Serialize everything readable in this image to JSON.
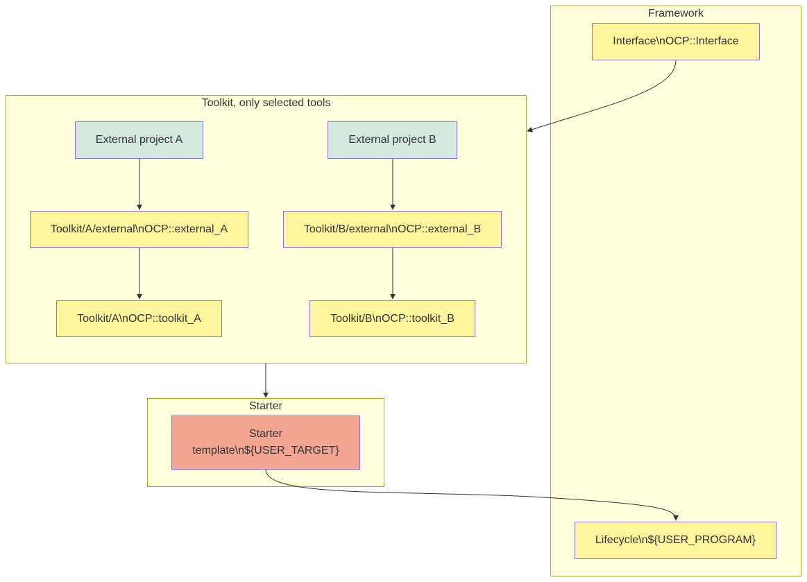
{
  "clusters": {
    "framework": {
      "title": "Framework"
    },
    "toolkit": {
      "title": "Toolkit, only selected tools"
    },
    "starter": {
      "title": "Starter"
    }
  },
  "nodes": {
    "interface": "Interface\\nOCP::Interface",
    "external_project_a": "External project A",
    "external_project_b": "External project B",
    "toolkit_a_external": "Toolkit/A/external\\nOCP::external_A",
    "toolkit_b_external": "Toolkit/B/external\\nOCP::external_B",
    "toolkit_a": "Toolkit/A\\nOCP::toolkit_A",
    "toolkit_b": "Toolkit/B\\nOCP::toolkit_B",
    "starter_template_line1": "Starter",
    "starter_template_line2": "template\\n${USER_TARGET}",
    "lifecycle": "Lifecycle\\n${USER_PROGRAM}"
  },
  "colors": {
    "cluster_fill": "#ffffde",
    "cluster_border": "#aaaa33",
    "node_yellow": "#fff59d",
    "node_teal": "#d4e8e0",
    "node_salmon": "#f3a492",
    "node_border": "#9370db",
    "edge": "#333333"
  }
}
